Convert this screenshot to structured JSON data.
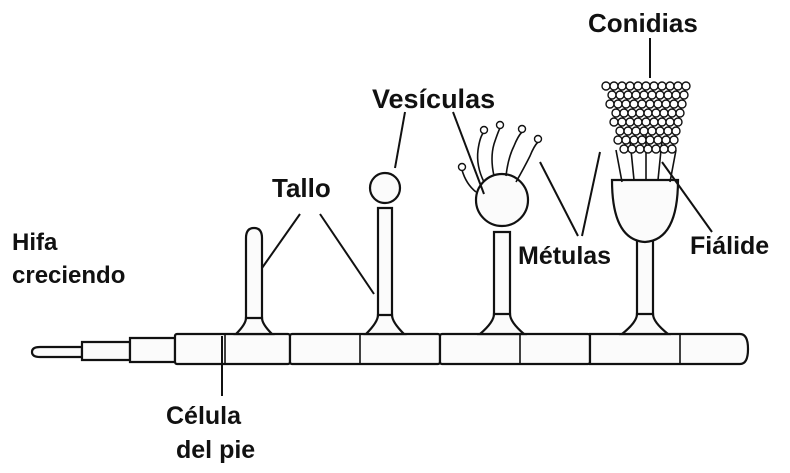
{
  "diagram": {
    "labels": {
      "hifa_line1": "Hifa",
      "hifa_line2": "creciendo",
      "tallo": "Tallo",
      "vesiculas": "Vesículas",
      "conidias": "Conidias",
      "metulas": "Métulas",
      "fialide": "Fiálide",
      "celula_line1": "Célula",
      "celula_line2": "del pie"
    }
  }
}
